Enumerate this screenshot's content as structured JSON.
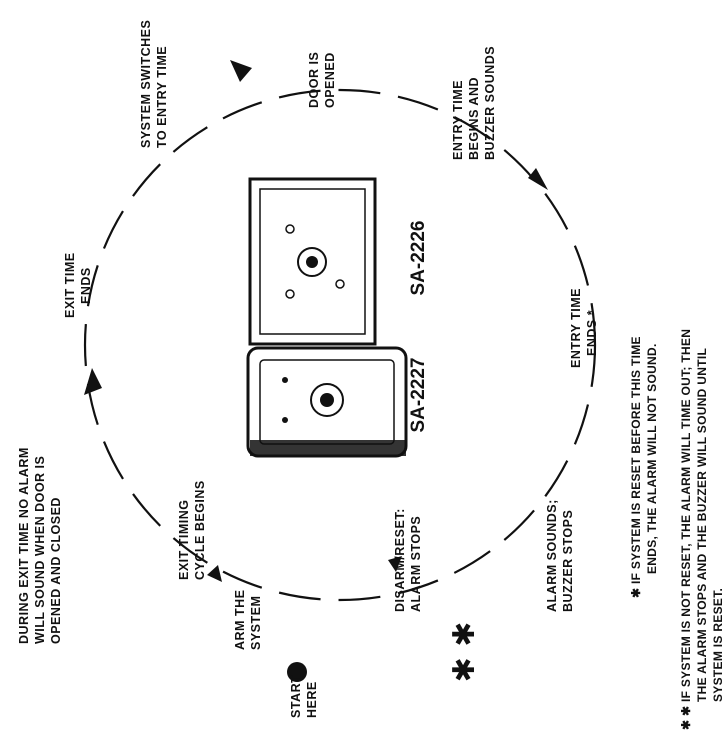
{
  "start_label": [
    "START",
    "HERE"
  ],
  "arm": [
    "ARM THE",
    "SYSTEM"
  ],
  "exit_begins": [
    "EXIT TIMING",
    "CYCLE BEGINS"
  ],
  "during_exit": [
    "DURING EXIT TIME NO ALARM",
    "WILL SOUND WHEN DOOR IS",
    "OPENED AND CLOSED"
  ],
  "exit_ends": [
    "EXIT TIME",
    "ENDS"
  ],
  "switches": [
    "SYSTEM SWITCHES",
    "TO ENTRY TIME"
  ],
  "door_opened": [
    "DOOR IS",
    "OPENED"
  ],
  "entry_begins": [
    "ENTRY TIME",
    "BEGINS AND",
    "BUZZER SOUNDS"
  ],
  "entry_ends": [
    "ENTRY TIME",
    "ENDS *"
  ],
  "alarm_sounds": [
    "ALARM SOUNDS;",
    "BUZZER STOPS"
  ],
  "disarm": [
    "DISARM/RESET:",
    "ALARM STOPS"
  ],
  "model_a": "SA-2226",
  "model_b": "SA-2227",
  "note1": [
    "✱ IF SYSTEM IS RESET BEFORE THIS TIME",
    "ENDS, THE ALARM WILL NOT SOUND."
  ],
  "note2": [
    "✱ ✱ IF SYSTEM IS NOT RESET, THE ALARM WILL TIME OUT; THEN",
    "THE ALARM STOPS AND THE BUZZER WILL SOUND UNTIL",
    "SYSTEM IS RESET."
  ],
  "double_star": "✱ ✱"
}
